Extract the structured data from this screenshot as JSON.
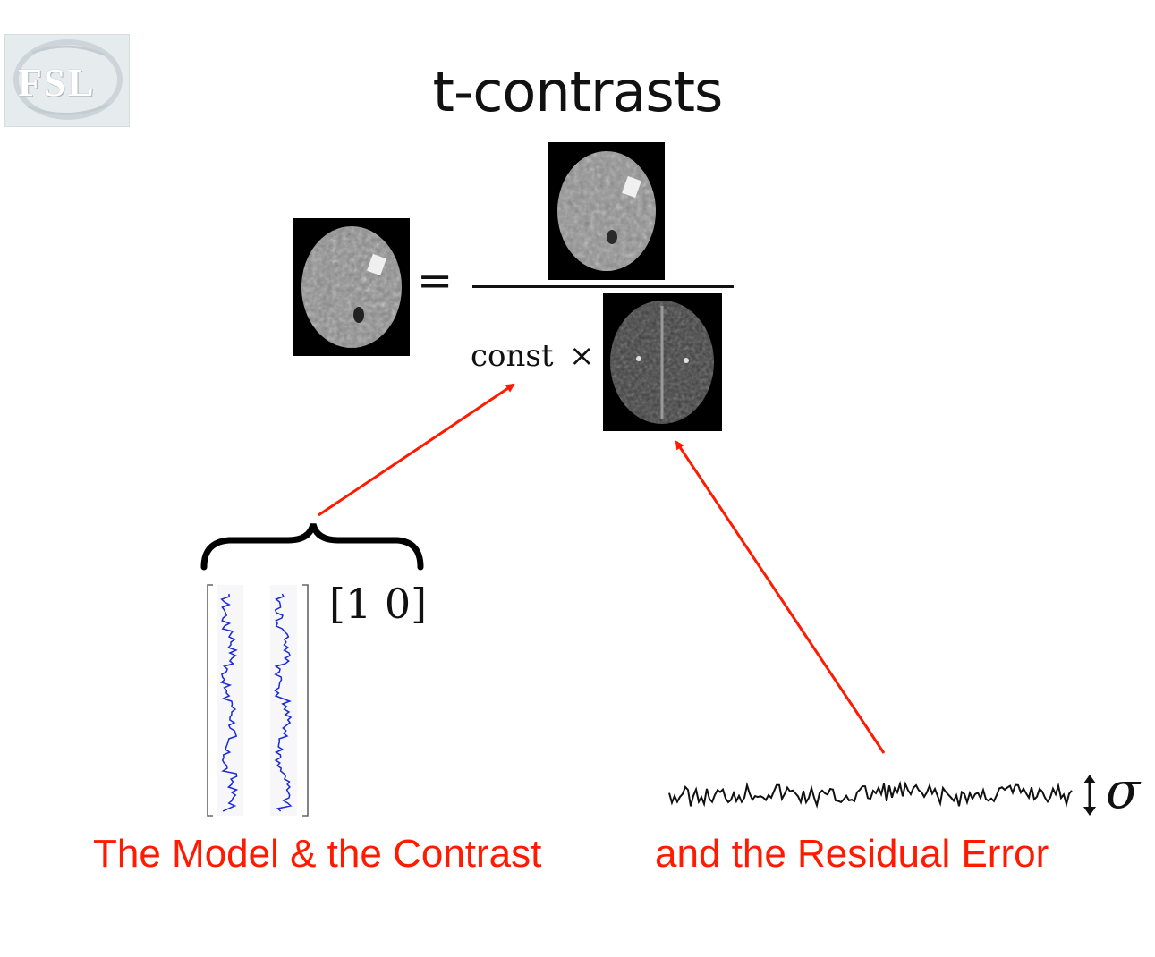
{
  "logo": {
    "text": "FSL"
  },
  "title": "t-contrasts",
  "equation": {
    "equals": "=",
    "const_label": "const",
    "times": "×"
  },
  "contrast_vector": "[1  0]",
  "sigma": "σ",
  "labels": {
    "model_contrast": "The Model & the Contrast",
    "residual_error": "and the Residual Error"
  },
  "colors": {
    "arrow": "#ff1a00",
    "label_text": "#ff1a00",
    "regressor_trace": "#1a2bd6",
    "residual_trace": "#111111"
  }
}
